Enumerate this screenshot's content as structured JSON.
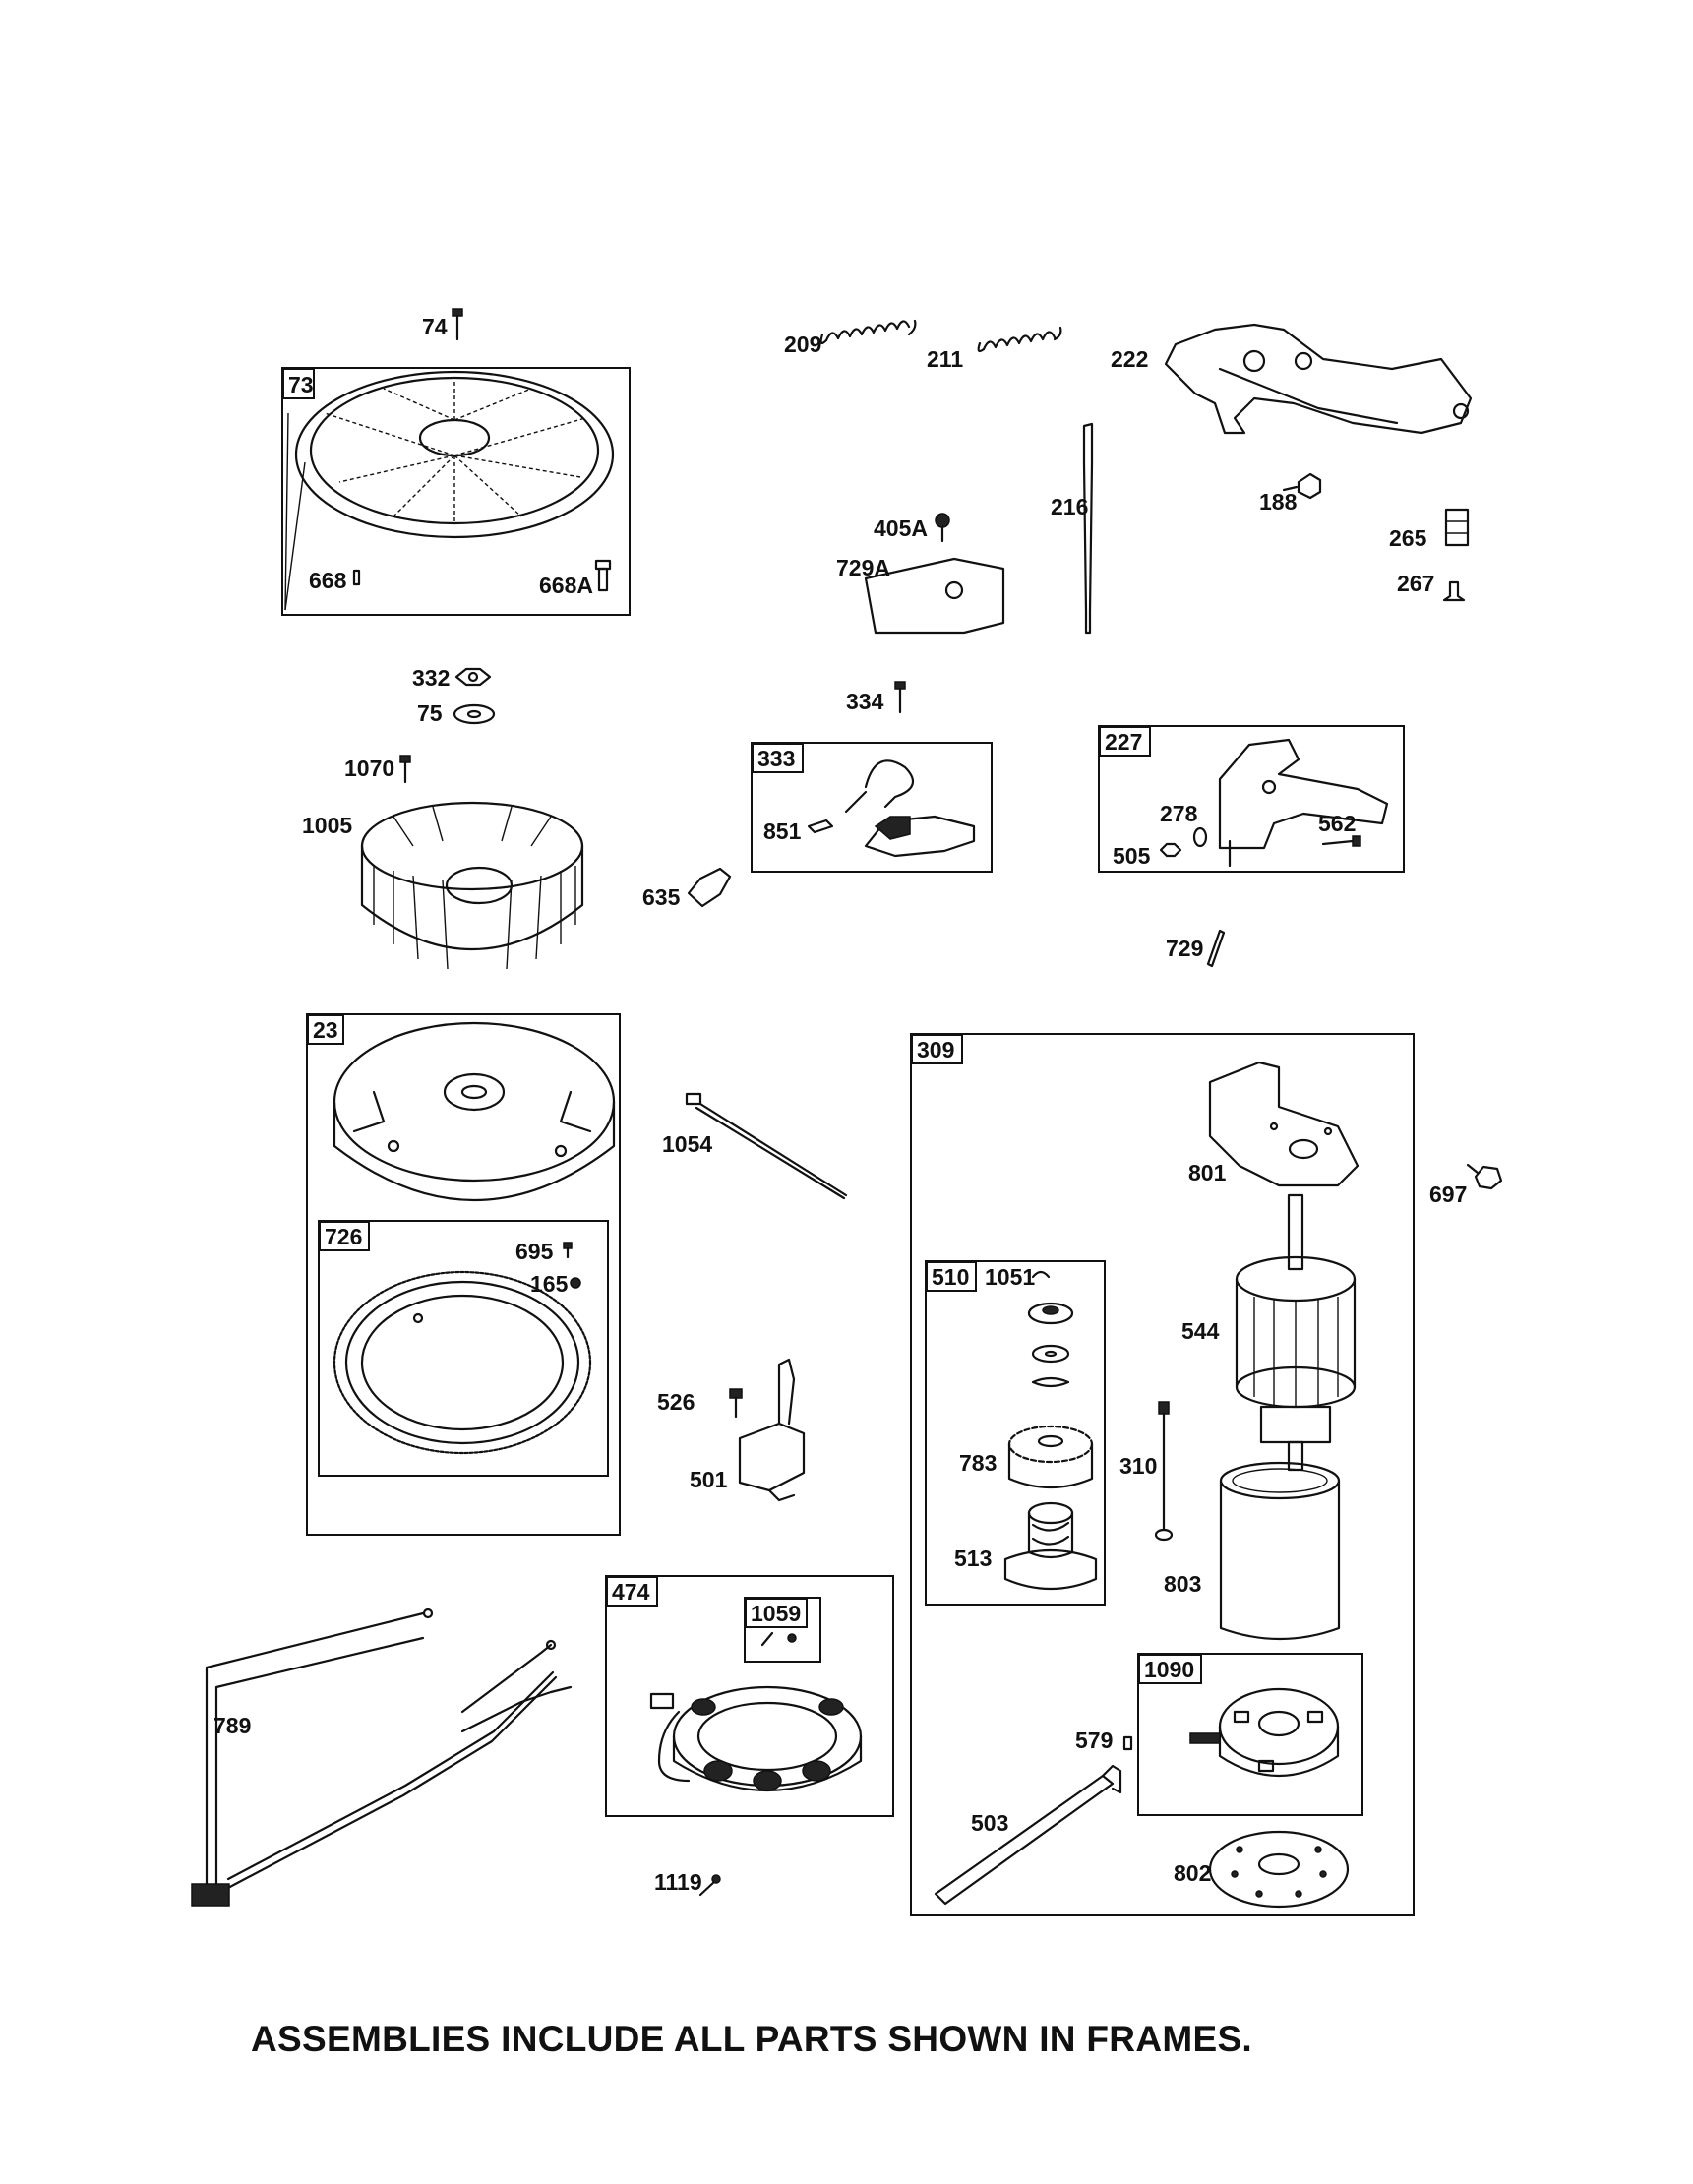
{
  "footer_note": "ASSEMBLIES INCLUDE ALL PARTS SHOWN IN FRAMES.",
  "assemblies": [
    {
      "id": "73"
    },
    {
      "id": "333"
    },
    {
      "id": "227"
    },
    {
      "id": "23"
    },
    {
      "id": "726"
    },
    {
      "id": "309"
    },
    {
      "id": "510"
    },
    {
      "id": "474"
    },
    {
      "id": "1059"
    },
    {
      "id": "1090"
    }
  ],
  "parts": {
    "p74": "74",
    "p668": "668",
    "p668A": "668A",
    "p209": "209",
    "p211": "211",
    "p222": "222",
    "p216": "216",
    "p188": "188",
    "p405A": "405A",
    "p729A": "729A",
    "p265": "265",
    "p267": "267",
    "p332": "332",
    "p75": "75",
    "p334": "334",
    "p1070": "1070",
    "p1005": "1005",
    "p851": "851",
    "p635": "635",
    "p278": "278",
    "p562": "562",
    "p505": "505",
    "p729": "729",
    "p1054": "1054",
    "p697": "697",
    "p801": "801",
    "p695": "695",
    "p165": "165",
    "p1051": "1051",
    "p544": "544",
    "p526": "526",
    "p501": "501",
    "p783": "783",
    "p310": "310",
    "p513": "513",
    "p803": "803",
    "p789": "789",
    "p579": "579",
    "p503": "503",
    "p1119": "1119",
    "p802": "802"
  }
}
